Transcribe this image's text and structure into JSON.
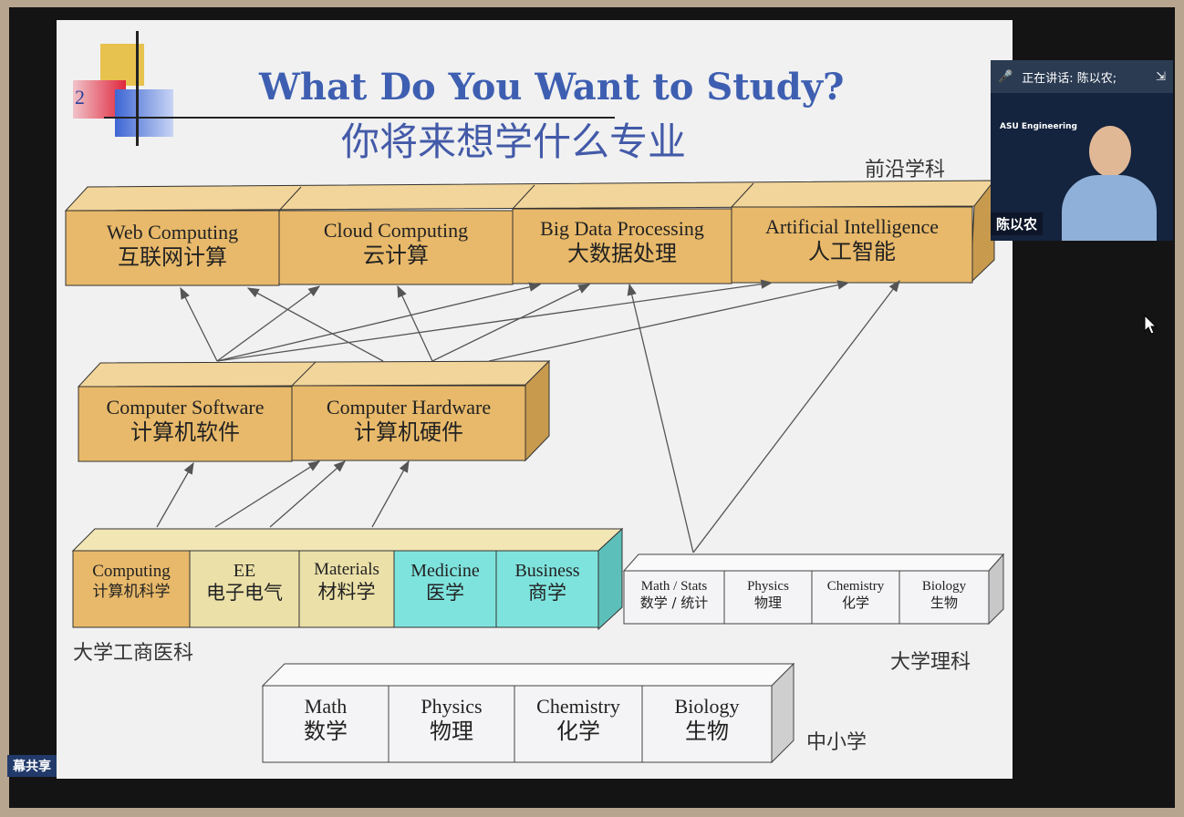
{
  "slide": {
    "number": "2",
    "title_en": "What Do You Want to Study?",
    "title_cn": "你将来想学什么专业"
  },
  "groups": {
    "frontier": "前沿学科",
    "university_eng": "大学工商医科",
    "university_sci": "大学理科",
    "school": "中小学"
  },
  "top_row": [
    {
      "en": "Web Computing",
      "cn": "互联网计算"
    },
    {
      "en": "Cloud Computing",
      "cn": "云计算"
    },
    {
      "en": "Big Data Processing",
      "cn": "大数据处理"
    },
    {
      "en": "Artificial Intelligence",
      "cn": "人工智能"
    }
  ],
  "middle_row": [
    {
      "en": "Computer Software",
      "cn": "计算机软件"
    },
    {
      "en": "Computer Hardware",
      "cn": "计算机硬件"
    }
  ],
  "eng_row": [
    {
      "en": "Computing",
      "cn": "计算机科学"
    },
    {
      "en": "EE",
      "cn": "电子电气"
    },
    {
      "en": "Materials",
      "cn": "材料学"
    },
    {
      "en": "Medicine",
      "cn": "医学"
    },
    {
      "en": "Business",
      "cn": "商学"
    }
  ],
  "sci_row": [
    {
      "en": "Math / Stats",
      "cn": "数学 / 统计"
    },
    {
      "en": "Physics",
      "cn": "物理"
    },
    {
      "en": "Chemistry",
      "cn": "化学"
    },
    {
      "en": "Biology",
      "cn": "生物"
    }
  ],
  "school_row": [
    {
      "en": "Math",
      "cn": "数学"
    },
    {
      "en": "Physics",
      "cn": "物理"
    },
    {
      "en": "Chemistry",
      "cn": "化学"
    },
    {
      "en": "Biology",
      "cn": "生物"
    }
  ],
  "video": {
    "speaking_label": "正在讲话: 陈以农;",
    "participant_name": "陈以农",
    "badge_text": "ASU Engineering"
  },
  "share_label": "幕共享",
  "colors": {
    "orange": "#e8b96a",
    "beige": "#ebe0a8",
    "cyan": "#7fe3dd",
    "light": "#f4f4f6",
    "title_blue": "#3e5fb1"
  }
}
